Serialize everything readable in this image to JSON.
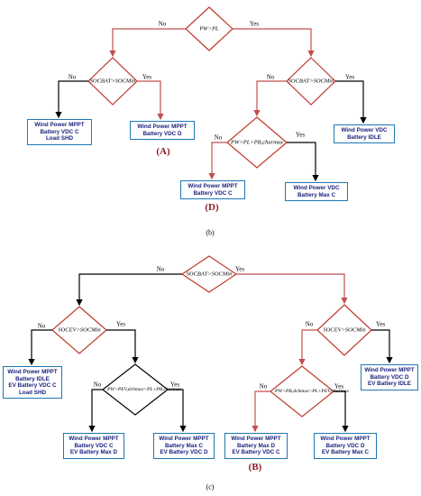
{
  "yes_label": "Yes",
  "no_label": "No",
  "diagram_b": {
    "caption": "(b)",
    "d1": "PW>PL",
    "d2": "SOCBAT>SOCMin",
    "d3": "SOCBAT>SOCMin",
    "d4": "PW>PL+PB,charmax",
    "box1": [
      "Wind Power MPPT",
      "Battery VDC C",
      "Load SHD"
    ],
    "box2": [
      "Wind Power MPPT",
      "Battery VDC D"
    ],
    "box3": [
      "Wind Power MPPT",
      "Battery VDC C"
    ],
    "box4": [
      "Wind Power VDC",
      "Battery Max C"
    ],
    "box5": [
      "Wind Power VDC",
      "Battery IDLE"
    ],
    "mark_a": "(A)",
    "mark_d": "(D)"
  },
  "diagram_c": {
    "caption": "(c)",
    "d1": "SOCBAT>SOCMin",
    "d2": "SOCEV>SOCMin",
    "d3": "SOCEV>SOCMin",
    "d4": "PW>PEV,dchmax>PL+PB,charmax",
    "d5": "PW>PB,dchmax>PL+PEV,charmax",
    "box1": [
      "Wind Power MPPT",
      "Battery IDLE",
      "EV Battery VDC C",
      "Load SHD"
    ],
    "box2": [
      "Wind Power MPPT",
      "Battery VDC C",
      "EV Battery Max D"
    ],
    "box3": [
      "Wind Power MPPT",
      "Battery Max C",
      "EV Battery VDC D"
    ],
    "box4": [
      "Wind Power MPPT",
      "Battery Max D",
      "EV Battery VDC C"
    ],
    "box5": [
      "Wind Power MPPT",
      "Battery VDC D",
      "EV Battery Max C"
    ],
    "box6": [
      "Wind Power MPPT",
      "Battery VDC D",
      "EV Battery IDLE"
    ],
    "mark_b": "(B)"
  },
  "colors": {
    "diamond": "#c0392b",
    "highlight_path": "#c0504d",
    "default_path": "#000000",
    "box_border": "#1f78b4",
    "box_text": "#1a237e",
    "mark": "#8b1a1a"
  }
}
